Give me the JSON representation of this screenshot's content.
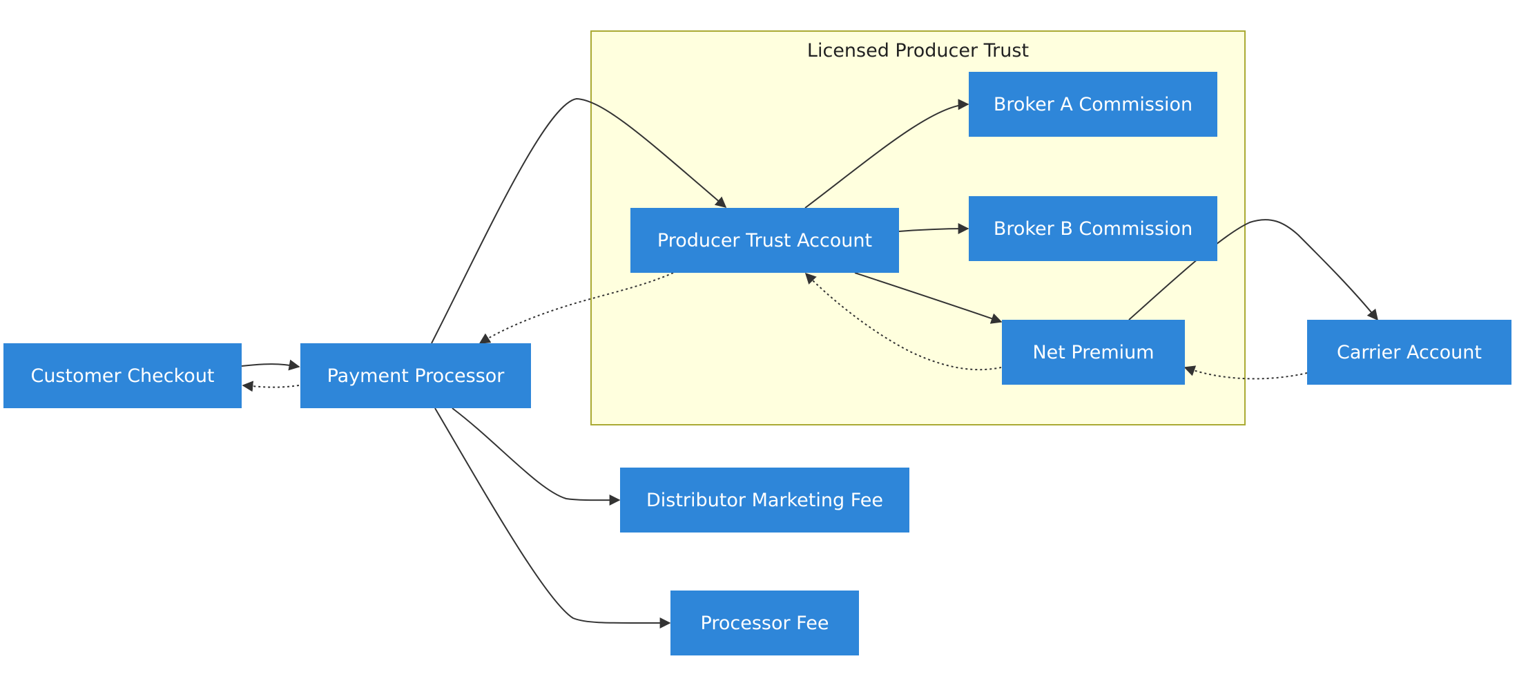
{
  "cluster": {
    "title": "Licensed Producer Trust"
  },
  "nodes": {
    "customer_checkout": "Customer Checkout",
    "payment_processor": "Payment Processor",
    "producer_trust_account": "Producer Trust Account",
    "broker_a_commission": "Broker A Commission",
    "broker_b_commission": "Broker B Commission",
    "net_premium": "Net Premium",
    "carrier_account": "Carrier Account",
    "distributor_marketing_fee": "Distributor Marketing Fee",
    "processor_fee": "Processor Fee"
  },
  "colors": {
    "node_fill": "#2e86d9",
    "node_text": "#ffffff",
    "cluster_fill": "#ffffde",
    "cluster_border": "#aaaa33",
    "edge": "#333333"
  }
}
